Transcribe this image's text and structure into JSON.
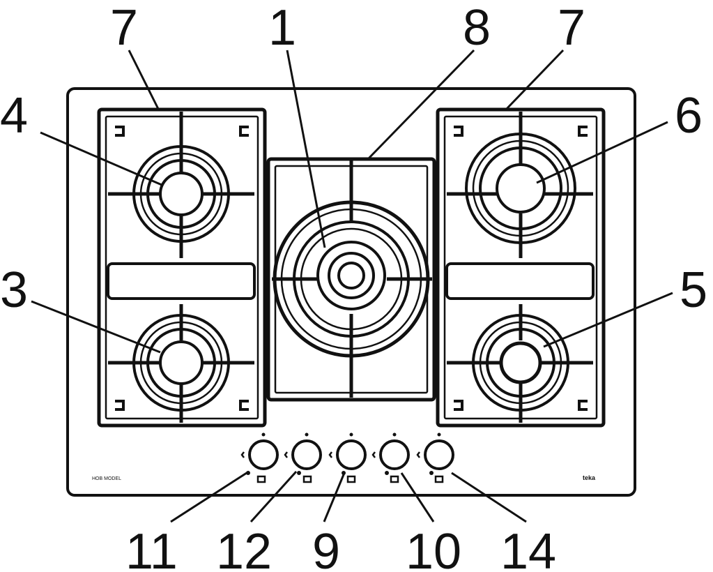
{
  "diagram": {
    "callouts": {
      "c7_left": "7",
      "c1": "1",
      "c8": "8",
      "c7_right": "7",
      "c4": "4",
      "c6": "6",
      "c3": "3",
      "c5": "5",
      "c11": "11",
      "c12": "12",
      "c9": "9",
      "c10": "10",
      "c14": "14"
    },
    "small_label": "HOB MODEL",
    "brand_mark": "teka"
  },
  "colors": {
    "ink": "#111111",
    "background": "#ffffff"
  }
}
